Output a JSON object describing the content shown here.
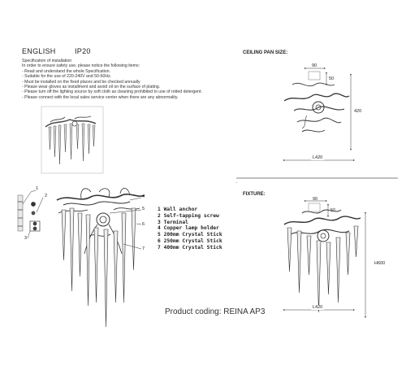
{
  "doc": {
    "language": "ENGLISH",
    "ip_rating": "IP20",
    "spec_lines": [
      "Specification of installation",
      "In order to ensure safety use, please notice the following items:",
      "- Read and understand the whole Specification.",
      "- Suitable for the use of 220-240V and 50-60Hz.",
      "- Must be installed on the fixed places and be checked annually",
      "- Please wear gloves as installment and avoid oil on the surface of plating.",
      "- Please turn off the lighting source by soft cloth as cleaning prohibited to use of rotted detergent.",
      "- Please connect with the local sales service center when there are any abnormality."
    ],
    "ceiling_header": "CEILING PAN SIZE:",
    "fixture_header": "FIXTURE:",
    "ceiling_dims": {
      "top": "90",
      "side": "50",
      "height": "420",
      "width": "L420"
    },
    "fixture_dims": {
      "top": "90",
      "side": "50",
      "height": "H600",
      "width": "L420"
    },
    "legend": [
      "1 Wall anchor",
      "2 Self-tapping screw",
      "3 Terminal",
      "4  Copper lamp holder",
      "5 200mm Crystal Stick",
      "6 250mm Crystal Stick",
      "7 400mm Crystal Stick"
    ],
    "callouts": [
      "1",
      "2",
      "3",
      "4",
      "5",
      "6",
      "7"
    ],
    "product_coding": "Product coding: REINA AP3"
  }
}
